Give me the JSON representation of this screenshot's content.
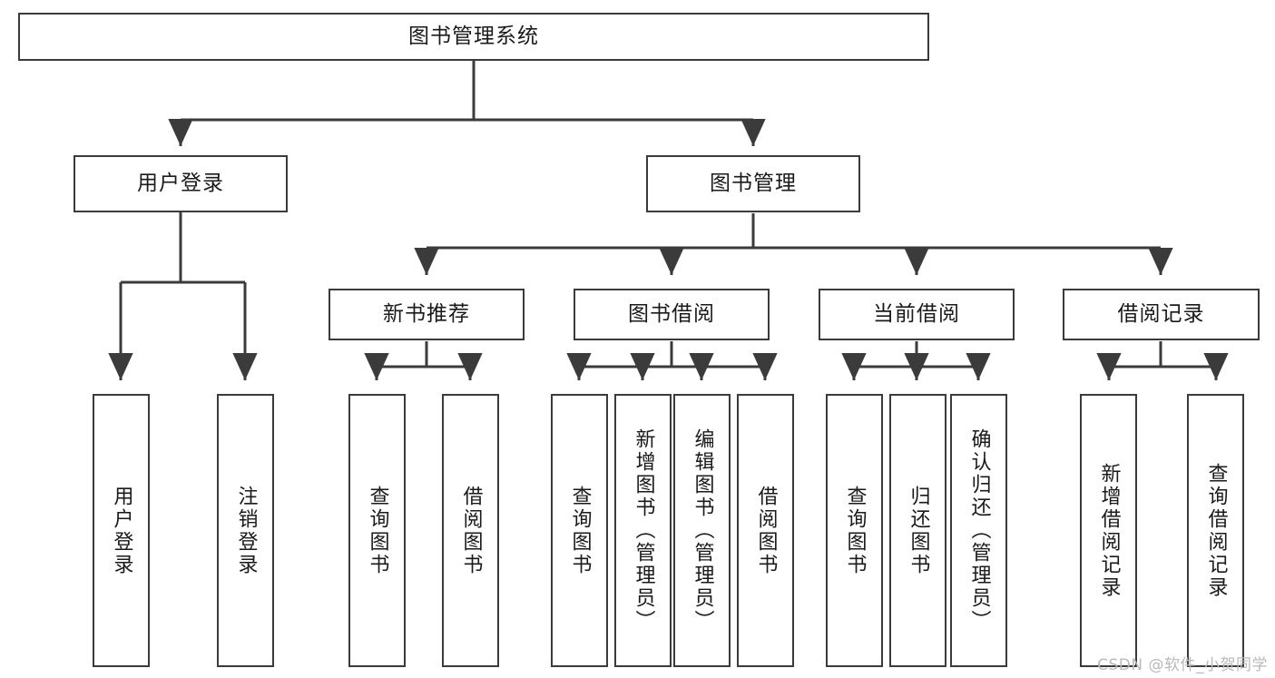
{
  "diagram": {
    "type": "tree",
    "title": "图书管理系统",
    "orientation": "top-down",
    "colors": {
      "box_border": "#3b3b3b",
      "box_fill": "#ffffff",
      "edge": "#3b3b3b",
      "text": "#1a1a1a",
      "watermark": "#b9b9b9",
      "background": "#ffffff"
    },
    "root": {
      "label": "图书管理系统"
    },
    "level2": [
      {
        "label": "用户登录"
      },
      {
        "label": "图书管理"
      }
    ],
    "level3": [
      {
        "label": "新书推荐"
      },
      {
        "label": "图书借阅"
      },
      {
        "label": "当前借阅"
      },
      {
        "label": "借阅记录"
      }
    ],
    "leaves": {
      "user_login": [
        {
          "label": "用户登录"
        },
        {
          "label": "注销登录"
        }
      ],
      "new_book_recommend": [
        {
          "label": "查询图书"
        },
        {
          "label": "借阅图书"
        }
      ],
      "book_borrow": [
        {
          "label": "查询图书"
        },
        {
          "label": "新增图书（管理员）"
        },
        {
          "label": "编辑图书（管理员）"
        },
        {
          "label": "借阅图书"
        }
      ],
      "current_borrow": [
        {
          "label": "查询图书"
        },
        {
          "label": "归还图书"
        },
        {
          "label": "确认归还（管理员）"
        }
      ],
      "borrow_record": [
        {
          "label": "新增借阅记录"
        },
        {
          "label": "查询借阅记录"
        }
      ]
    }
  },
  "watermark": {
    "text": "CSDN @软件_小贺同学"
  }
}
